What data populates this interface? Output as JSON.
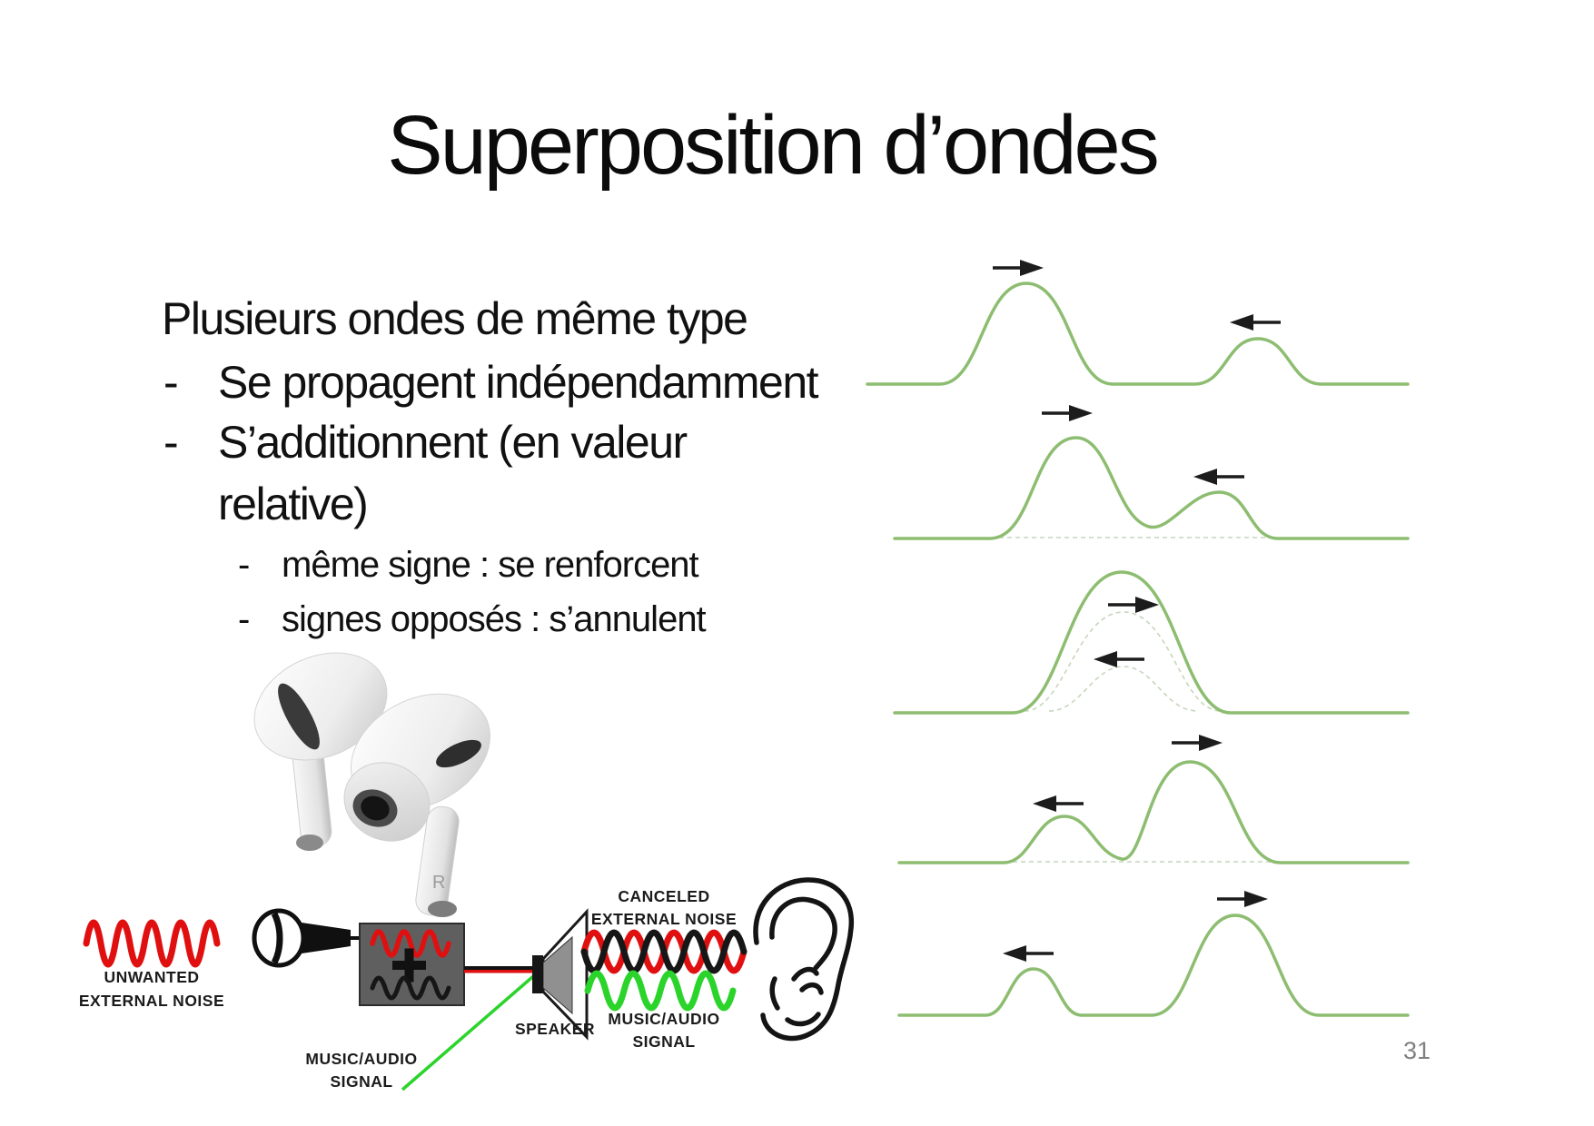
{
  "slide": {
    "title": "Superposition d’ondes",
    "page_number": "31"
  },
  "body": {
    "intro": "Plusieurs ondes de même type",
    "bullets": [
      {
        "dash": "-",
        "text": "Se propagent indépendamment"
      },
      {
        "dash": "-",
        "text": "S’additionnent (en valeur",
        "text2": "relative)"
      }
    ],
    "sub_bullets": [
      {
        "dash": "-",
        "text": "même signe : se renforcent"
      },
      {
        "dash": "-",
        "text": "signes opposés : s’annulent"
      }
    ]
  },
  "earbuds": {
    "r_label": "R"
  },
  "anc_diagram": {
    "unwanted_line1": "UNWANTED",
    "unwanted_line2": "EXTERNAL NOISE",
    "canceled_line1": "CANCELED",
    "canceled_line2": "EXTERNAL NOISE",
    "music_top_line1": "MUSIC/AUDIO",
    "music_top_line2": "SIGNAL",
    "music_bottom_line1": "MUSIC/AUDIO",
    "music_bottom_line2": "SIGNAL",
    "speaker_label": "SPEAKER",
    "colors": {
      "noise": "#e01010",
      "inverted_noise": "#161616",
      "music": "#2bd42b"
    }
  },
  "wave_figure": {
    "colors": {
      "pulse": "#8dbd70",
      "components_dashed": "#c6d6bc",
      "arrow": "#1c1c1c"
    },
    "rows": [
      {
        "step": 1,
        "pulses": [
          {
            "size": "tall",
            "position": "left",
            "direction": "right"
          },
          {
            "size": "short",
            "position": "right",
            "direction": "left"
          }
        ]
      },
      {
        "step": 2,
        "pulses": [
          {
            "size": "tall",
            "position": "left",
            "direction": "right"
          },
          {
            "size": "short",
            "position": "right",
            "direction": "left"
          }
        ],
        "note": "pulses overlapping at feet"
      },
      {
        "step": 3,
        "pulses": [
          {
            "size": "combined",
            "position": "center"
          }
        ],
        "components_dashed": [
          {
            "size": "tall",
            "direction": "right"
          },
          {
            "size": "short",
            "direction": "left"
          }
        ]
      },
      {
        "step": 4,
        "pulses": [
          {
            "size": "short",
            "position": "left",
            "direction": "left"
          },
          {
            "size": "tall",
            "position": "right",
            "direction": "right"
          }
        ],
        "note": "pulses separating"
      },
      {
        "step": 5,
        "pulses": [
          {
            "size": "short",
            "position": "left",
            "direction": "left"
          },
          {
            "size": "tall",
            "position": "right",
            "direction": "right"
          }
        ]
      }
    ]
  }
}
